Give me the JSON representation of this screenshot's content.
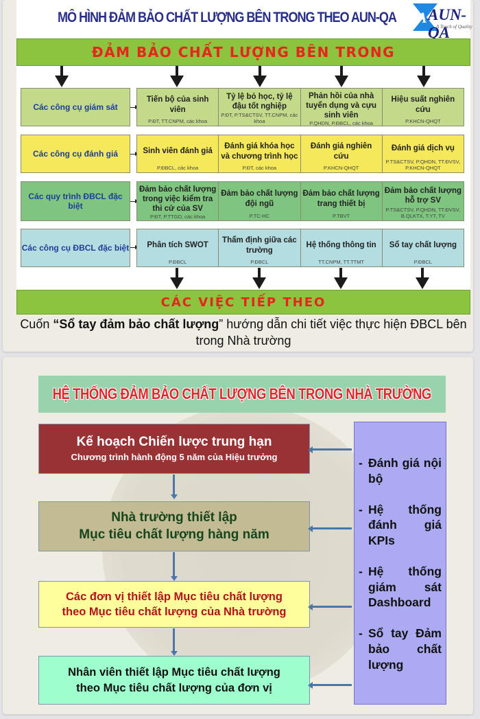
{
  "top_slide": {
    "title": "MÔ HÌNH ĐẢM BẢO CHẤT LƯỢNG BÊN TRONG THEO AUN-QA",
    "logo": {
      "main": "AUN-QA",
      "tagline": "A Touch of Quality",
      "accent": "#1e88e5"
    },
    "header_bar": "ĐẢM BẢO CHẤT LƯỢNG BÊN TRONG",
    "footer_bar": "CÁC VIỆC TIẾP THEO",
    "rows": [
      {
        "label": "Các công cụ giám sát",
        "color": "#c3da8a",
        "cells": [
          {
            "title": "Tiến bộ của sinh viên",
            "units": "P.ĐT, TT.CNPM, các khoa"
          },
          {
            "title": "Tỷ lệ bỏ học, tỷ lệ đậu tốt nghiệp",
            "units": "P.ĐT, P.TS&CTSV, TT.CNPM, các khoa"
          },
          {
            "title": "Phản hồi của nhà tuyển dụng và cựu sinh viên",
            "units": "P.QHDN, P.ĐBCL, các khoa"
          },
          {
            "title": "Hiệu suất nghiên cứu",
            "units": "P.KHCN-QHQT"
          }
        ]
      },
      {
        "label": "Các công cụ đánh giá",
        "color": "#f5e85a",
        "cells": [
          {
            "title": "Sinh viên đánh giá",
            "units": "P.ĐBCL, các khoa"
          },
          {
            "title": "Đánh giá khóa học và chương trình học",
            "units": "P.ĐT, các khoa"
          },
          {
            "title": "Đánh giá nghiên cứu",
            "units": "P.KHCN-QHQT"
          },
          {
            "title": "Đánh giá dịch vụ",
            "units": "P.TS&CTSV, P.QHDN, TT.ĐVSV, P.KHCN-QHQT"
          }
        ]
      },
      {
        "label": "Các quy trình ĐBCL đặc biệt",
        "color": "#7fc580",
        "cells": [
          {
            "title": "Đảm bảo chất lượng trong việc kiểm tra thi cử của SV",
            "units": "P.ĐT, P.TTGD, các khoa"
          },
          {
            "title": "Đảm bảo chất lượng đội ngũ",
            "units": "P.TC-HC"
          },
          {
            "title": "Đảm bảo chất lượng trang thiết bị",
            "units": "P.TBVT"
          },
          {
            "title": "Đảm bảo chất lượng hỗ trợ SV",
            "units": "P.TS&CTSV, P.QHDN, TT.ĐVSV, B.QLKTX, T.YT, TV"
          }
        ]
      },
      {
        "label": "Các công cụ ĐBCL đặc biệt",
        "color": "#b3dde1",
        "cells": [
          {
            "title": "Phân tích SWOT",
            "units": "P.ĐBCL"
          },
          {
            "title": "Thẩm định giữa các trường",
            "units": "P.ĐBCL"
          },
          {
            "title": "Hệ thống thông tin",
            "units": "TT.CNPM, TT.TTMT"
          },
          {
            "title": "Sổ tay chất lượng",
            "units": "P.ĐBCL"
          }
        ]
      }
    ],
    "caption": {
      "prefix": "Cuốn ",
      "bold": "“Sổ tay đảm bảo chất lượng",
      "suffix": "” hướng dẫn chi tiết việc thực hiện ĐBCL bên trong Nhà trường"
    }
  },
  "bottom_slide": {
    "title": "HỆ THỐNG ĐẢM BẢO CHẤT LƯỢNG BÊN TRONG NHÀ TRƯỜNG",
    "flow": [
      {
        "line1": "Kế hoạch Chiến lược trung hạn",
        "line2": "Chương trình hành động 5 năm của Hiệu trưởng",
        "bg": "#983235",
        "fg": "#ffffff"
      },
      {
        "line1": "Nhà trường thiết lập",
        "line2": "Mục tiêu chất lượng hàng năm",
        "bg": "#c2bb93",
        "fg": "#17451c"
      },
      {
        "line1": "Các đơn vị thiết lập Mục tiêu chất lượng",
        "line2": "theo Mục tiêu chất lượng của Nhà trường",
        "bg": "#feff9c",
        "fg": "#b4121b"
      },
      {
        "line1": "Nhân viên thiết lập Mục tiêu chất lượng",
        "line2": "theo Mục tiêu chất lượng của đơn vị",
        "bg": "#9ffecd",
        "fg": "#111111"
      }
    ],
    "side_items": [
      "Đánh giá nội bộ",
      "Hệ thống đánh giá KPIs",
      "Hệ thống giám sát Dashboard",
      "Sổ tay Đảm bảo chất lượng"
    ],
    "side_bullet": "-"
  }
}
